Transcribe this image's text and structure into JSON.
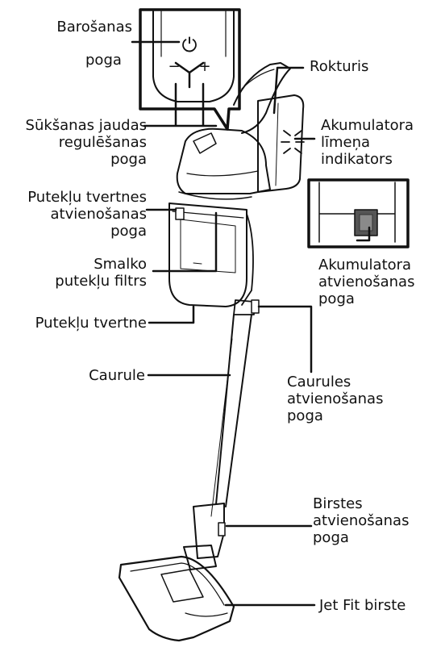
{
  "labels": {
    "power": [
      "Barošanas",
      "poga"
    ],
    "suction": [
      "Sūkšanas jaudas",
      "regulēšanas",
      "poga"
    ],
    "handle": [
      "Rokturis"
    ],
    "battery_level": [
      "Akumulatora",
      "līmeņa",
      "indikators"
    ],
    "bin_release": [
      "Putekļu tvertnes",
      "atvienošanas",
      "poga"
    ],
    "battery_release": [
      "Akumulatora",
      "atvienošanas",
      "poga"
    ],
    "filter": [
      "Smalko",
      "putekļu filtrs"
    ],
    "bin": [
      "Putekļu tvertne"
    ],
    "pipe": [
      "Caurule"
    ],
    "pipe_release": [
      "Caurules",
      "atvienošanas",
      "poga"
    ],
    "brush_release": [
      "Birstes",
      "atvienošanas",
      "poga"
    ],
    "brush": [
      "Jet Fit birste"
    ]
  },
  "panel_symbols": {
    "power": "⏻",
    "minus": "−",
    "plus": "+"
  }
}
